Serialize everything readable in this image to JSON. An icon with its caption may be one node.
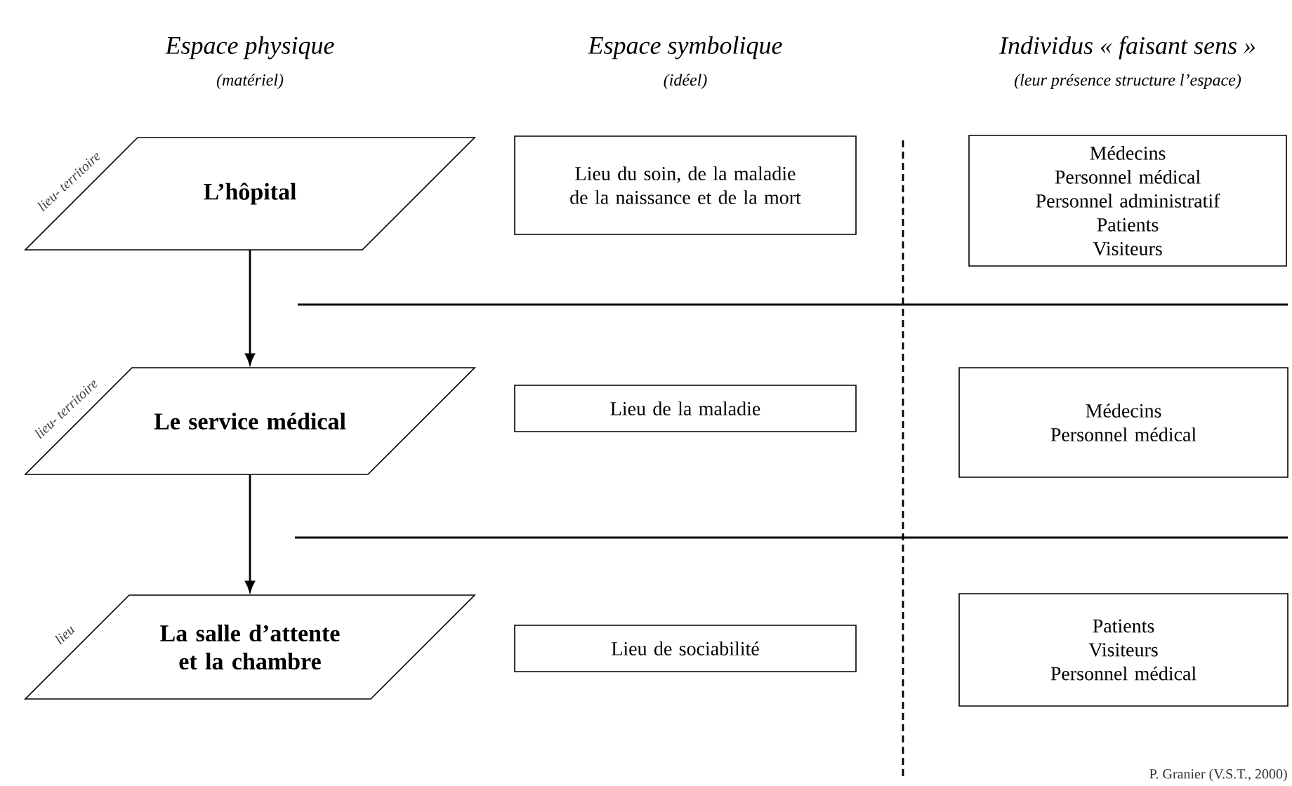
{
  "diagram": {
    "nodes": [
      {
        "text": [
          "L’hôpital"
        ],
        "beside": [
          "lieu- territoire"
        ]
      },
      {
        "text": [
          "Lieu du soin, de la maladie de la naissance et de la mort"
        ]
      },
      {
        "text": [
          "Médecins",
          "Personnel médical",
          "Personnel administratif",
          "Patients",
          "Visiteurs"
        ]
      },
      {
        "text": [
          "Le service médical"
        ],
        "beside": [
          "lieu- territoire"
        ]
      },
      {
        "text": [
          "Lieu de la maladie"
        ]
      },
      {
        "text": [
          "Médecins",
          "Personnel médical"
        ]
      },
      {
        "text": [
          "La salle d’attente et la chambre"
        ],
        "beside": [
          "lieu"
        ]
      },
      {
        "text": [
          "Lieu de sociabilité"
        ]
      },
      {
        "text": [
          "Patients",
          "Visiteurs",
          "Personnel médical"
        ]
      }
    ],
    "edges": [
      {
        "from": 0,
        "to": 3,
        "arrow": "to"
      },
      {
        "from": 3,
        "to": 6,
        "arrow": "to"
      }
    ],
    "labels": [
      "Espace physique",
      "(matériel)",
      "Espace symbolique",
      "(idéel)",
      "Individus « faisant sens »",
      "(leur présence structure l’espace)",
      "P. Granier (V.S.T., 2000)"
    ]
  }
}
